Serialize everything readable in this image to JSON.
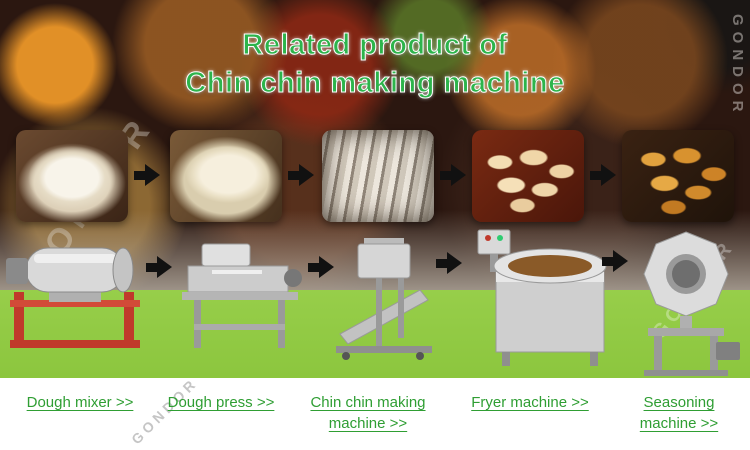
{
  "title": {
    "line1": "Related product of",
    "line2": "Chin chin making machine"
  },
  "watermark": {
    "text": "GONDOR"
  },
  "colors": {
    "title_green": "#2db44b",
    "label_green": "#2f9e33",
    "band_green": "#8cc63e",
    "arrow_black": "#111111"
  },
  "process_photos": [
    {
      "name": "flour-dough"
    },
    {
      "name": "pressed-dough-sheet"
    },
    {
      "name": "cut-dough-strips"
    },
    {
      "name": "raw-chin-chin-pieces"
    },
    {
      "name": "fried-chin-chin"
    }
  ],
  "machines": [
    {
      "name": "dough-mixer"
    },
    {
      "name": "dough-press"
    },
    {
      "name": "chin-chin-making-machine"
    },
    {
      "name": "fryer-machine"
    },
    {
      "name": "seasoning-machine"
    }
  ],
  "products": [
    {
      "label": "Dough mixer >>"
    },
    {
      "label": "Dough press >>"
    },
    {
      "label": "Chin chin making machine >>"
    },
    {
      "label": "Fryer machine >>"
    },
    {
      "label": "Seasoning machine >>"
    }
  ]
}
